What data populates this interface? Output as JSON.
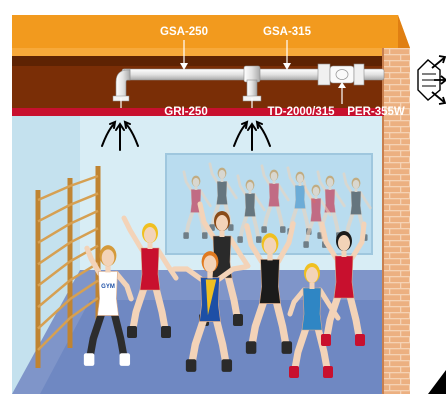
{
  "labels": {
    "gsa_250": "GSA-250",
    "gsa_315": "GSA-315",
    "gri_250": "GRI-250",
    "td_2000_315": "TD-2000/315",
    "per_355w": "PER-355W"
  },
  "badges": {
    "gym": "GYM"
  },
  "colors": {
    "ceiling": "#f29a1e",
    "ceiling_top": "#f7b650",
    "duct_space": "#7a2e06",
    "soffit": "#c8102e",
    "wall": "#d8edf5",
    "floor": "#7f95c9",
    "brick": "#e39a64",
    "pipe": "#e6e6e6"
  }
}
